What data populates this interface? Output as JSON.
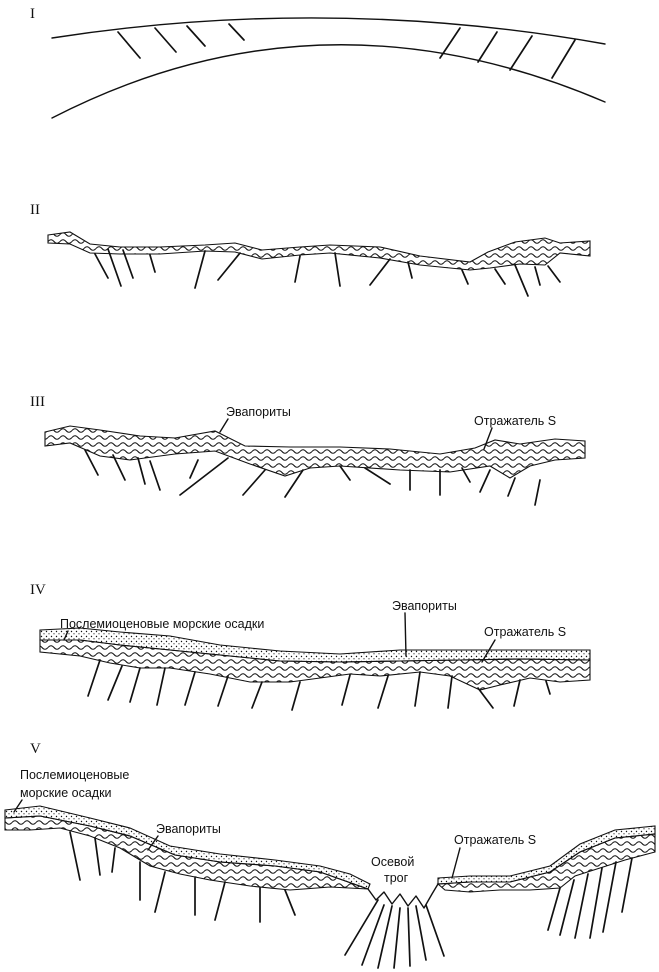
{
  "stages": [
    {
      "id": "I",
      "roman": "I",
      "labels": []
    },
    {
      "id": "II",
      "roman": "II",
      "labels": []
    },
    {
      "id": "III",
      "roman": "III",
      "labels": [
        "Эвапориты",
        "Отражатель S"
      ]
    },
    {
      "id": "IV",
      "roman": "IV",
      "labels": [
        "Послемиоценовые морские осадки",
        "Эвапориты",
        "Отражатель S"
      ]
    },
    {
      "id": "V",
      "roman": "V",
      "labels": [
        "Послемиоценовые",
        "морские осадки",
        "Эвапориты",
        "Осевой",
        "трог",
        "Отражатель S"
      ]
    }
  ]
}
